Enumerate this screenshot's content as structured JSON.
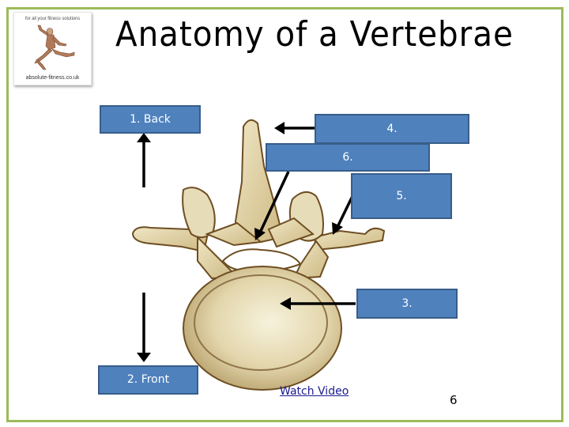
{
  "slide": {
    "title": "Anatomy of a Vertebrae",
    "page_number": "6",
    "frame_color": "#9bbb59",
    "label_fill_color": "#4f81bd",
    "label_border_color": "#385d8a"
  },
  "logo": {
    "tagline": "for all your fitness solutions",
    "url": "absolute-fitness.co.uk",
    "image": "muscle-figure-leaping"
  },
  "labels": [
    {
      "id": "1",
      "text": "1. Back"
    },
    {
      "id": "2",
      "text": "2. Front"
    },
    {
      "id": "3",
      "text": "3."
    },
    {
      "id": "4",
      "text": "4."
    },
    {
      "id": "5",
      "text": "5."
    },
    {
      "id": "6",
      "text": "6."
    }
  ],
  "diagram": {
    "image": "vertebra-superior-view",
    "arrows": [
      "up-arrow-back",
      "down-arrow-front",
      "arrow-to-spinous-process",
      "arrow-to-vertebral-foramen",
      "arrow-to-transverse-process",
      "arrow-to-vertebral-body"
    ]
  },
  "link": {
    "watch_video": "Watch Video"
  }
}
